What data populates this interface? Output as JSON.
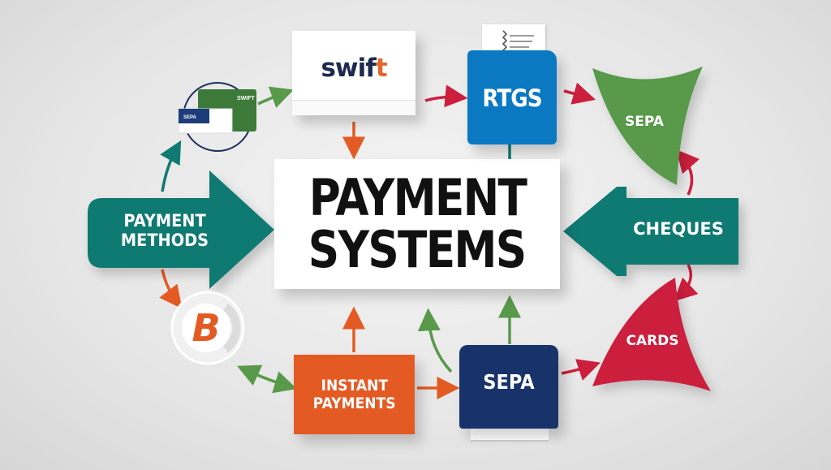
{
  "title": {
    "line1": "PAYMENT",
    "line2": "SYSTEMS"
  },
  "nodes": {
    "swift": {
      "prefix": "swif",
      "suffix": "t"
    },
    "rtgs": {
      "label": "RTGS"
    },
    "sepa_top": {
      "label": "SEPA"
    },
    "payment_methods": {
      "line1": "PAYMENT",
      "line2": "METHODS"
    },
    "cheques": {
      "label": "CHEQUES"
    },
    "cards": {
      "label": "CARDS"
    },
    "instant_payments": {
      "line1": "INSTANT",
      "line2": "PAYMENTS"
    },
    "sepa_bottom": {
      "label": "SEPA"
    },
    "bitcoin": {
      "symbol": "B"
    },
    "bank_cards": {
      "green_card_text": "SWIFT",
      "blue_card_text": "SEPA"
    }
  },
  "colors": {
    "teal": "#0f7a72",
    "green": "#58994a",
    "red": "#cc1f3d",
    "orange": "#e45a23",
    "navy": "#17336a",
    "blue": "#0a79c2"
  }
}
